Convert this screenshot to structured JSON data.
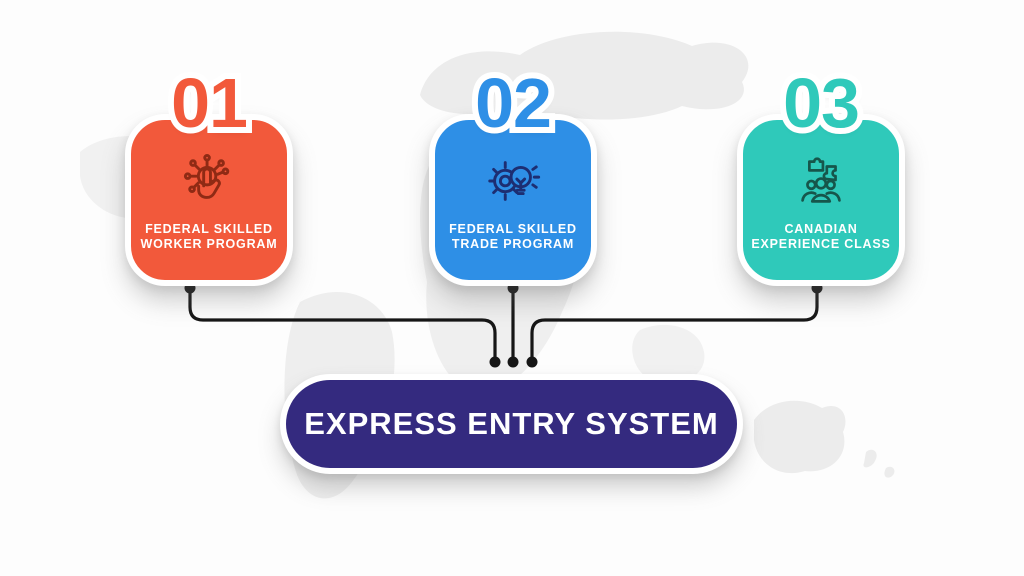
{
  "programs": [
    {
      "number": "01",
      "title_lines": [
        "FEDERAL SKILLED",
        "WORKER PROGRAM"
      ],
      "color": "#F2593B",
      "icon": "touch-interactive-icon",
      "icon_color": "#8F2A14"
    },
    {
      "number": "02",
      "title_lines": [
        "FEDERAL SKILLED",
        "TRADE PROGRAM"
      ],
      "color": "#2E8FE6",
      "icon": "gear-lightbulb-icon",
      "icon_color": "#1D2E72"
    },
    {
      "number": "03",
      "title_lines": [
        "CANADIAN",
        "EXPERIENCE CLASS"
      ],
      "color": "#2FC9BA",
      "icon": "teamwork-puzzle-icon",
      "icon_color": "#16564B"
    }
  ],
  "banner": {
    "label": "EXPRESS ENTRY SYSTEM",
    "color": "#342A7F",
    "text_color": "#FFFFFF"
  },
  "connectors": {
    "color": "#161616"
  },
  "background": {
    "map_color": "#ECECEC"
  }
}
